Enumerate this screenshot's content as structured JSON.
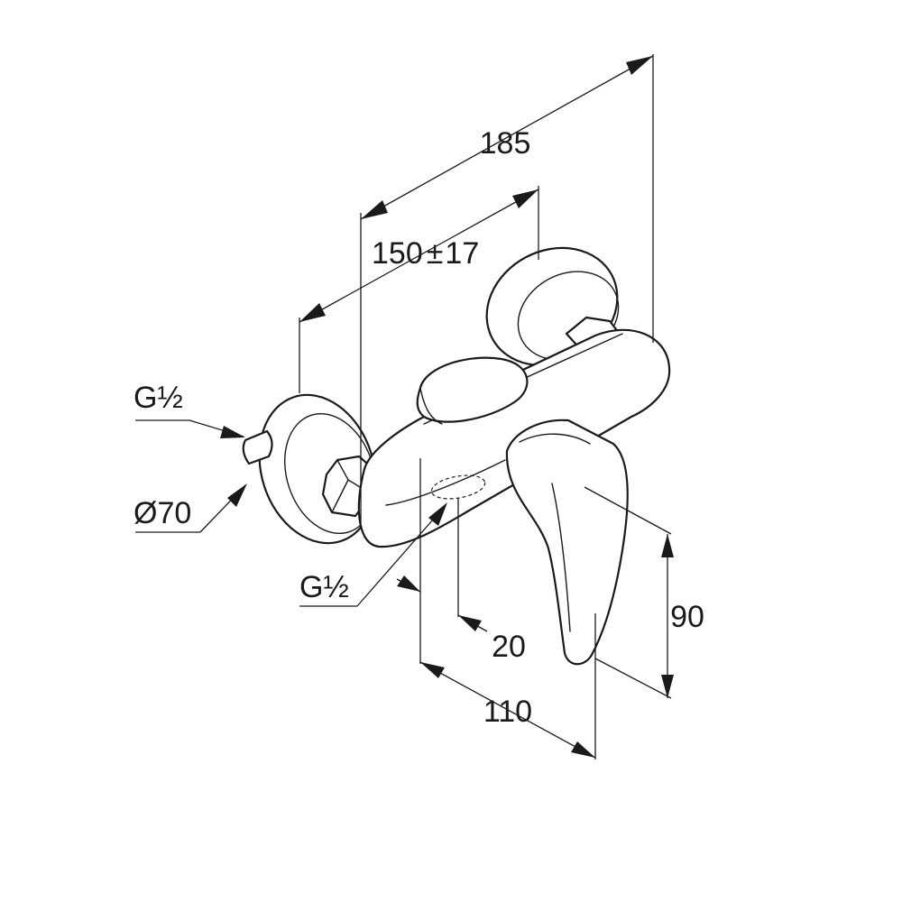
{
  "drawing": {
    "subject": "shower-mixer-dimension-drawing",
    "dimensions": {
      "overall_length": "185",
      "center_distance": "150",
      "center_distance_tolerance_sign": "±",
      "center_distance_tolerance": "17",
      "height": "90",
      "projection": "110",
      "outlet_offset": "20"
    },
    "threads": {
      "inlet_connection": "G½",
      "outlet_connection": "G½"
    },
    "rosette": {
      "diameter": "Ø70"
    }
  }
}
